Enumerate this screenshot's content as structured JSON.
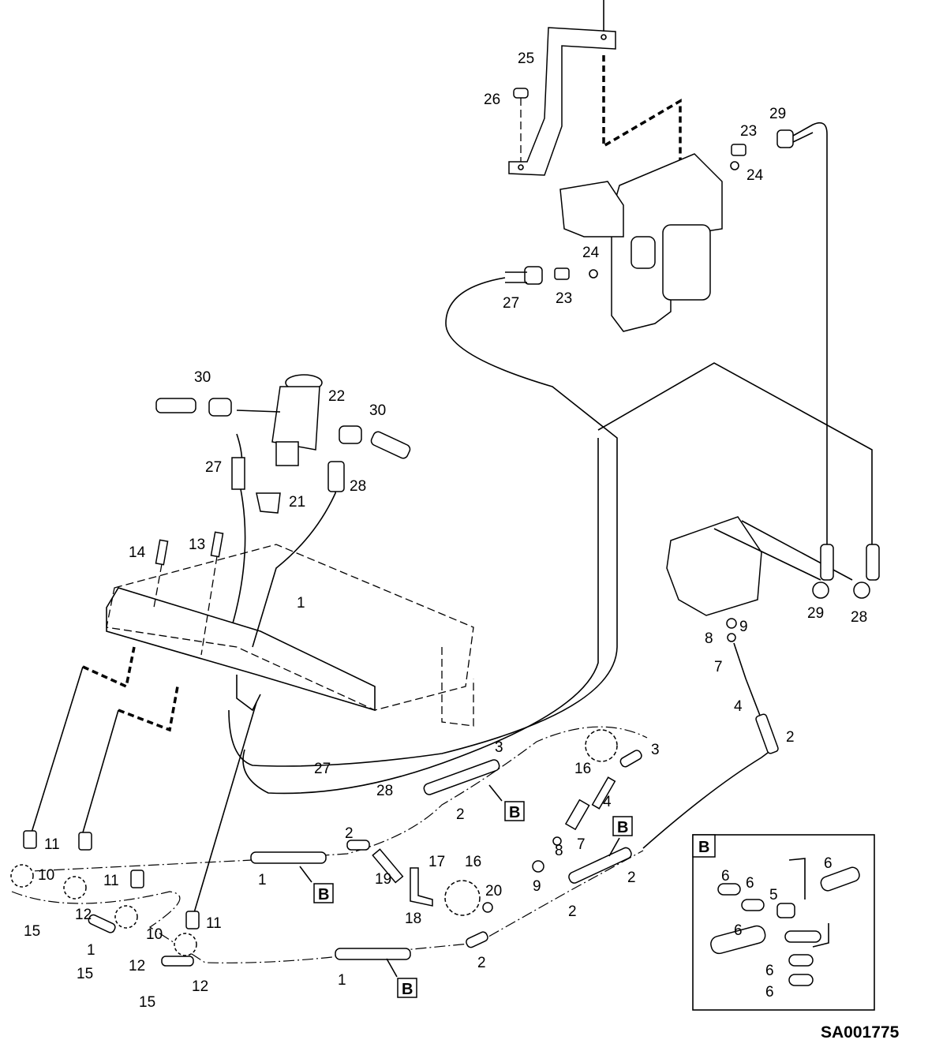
{
  "drawing_code": "SA001775",
  "detail_view_label": "B",
  "view_reference_label": "B",
  "callouts": [
    "25",
    "26",
    "29",
    "23",
    "24",
    "24",
    "27",
    "23",
    "30",
    "22",
    "30",
    "27",
    "28",
    "21",
    "14",
    "13",
    "1",
    "29",
    "28",
    "9",
    "8",
    "7",
    "4",
    "2",
    "3",
    "3",
    "16",
    "27",
    "28",
    "2",
    "4",
    "2",
    "7",
    "11",
    "8",
    "17",
    "16",
    "10",
    "2",
    "1",
    "19",
    "9",
    "11",
    "20",
    "12",
    "18",
    "15",
    "2",
    "10",
    "11",
    "1",
    "12",
    "2",
    "15",
    "1",
    "12",
    "15"
  ],
  "detail_callouts": [
    "6",
    "6",
    "6",
    "5",
    "6",
    "6",
    "6"
  ]
}
